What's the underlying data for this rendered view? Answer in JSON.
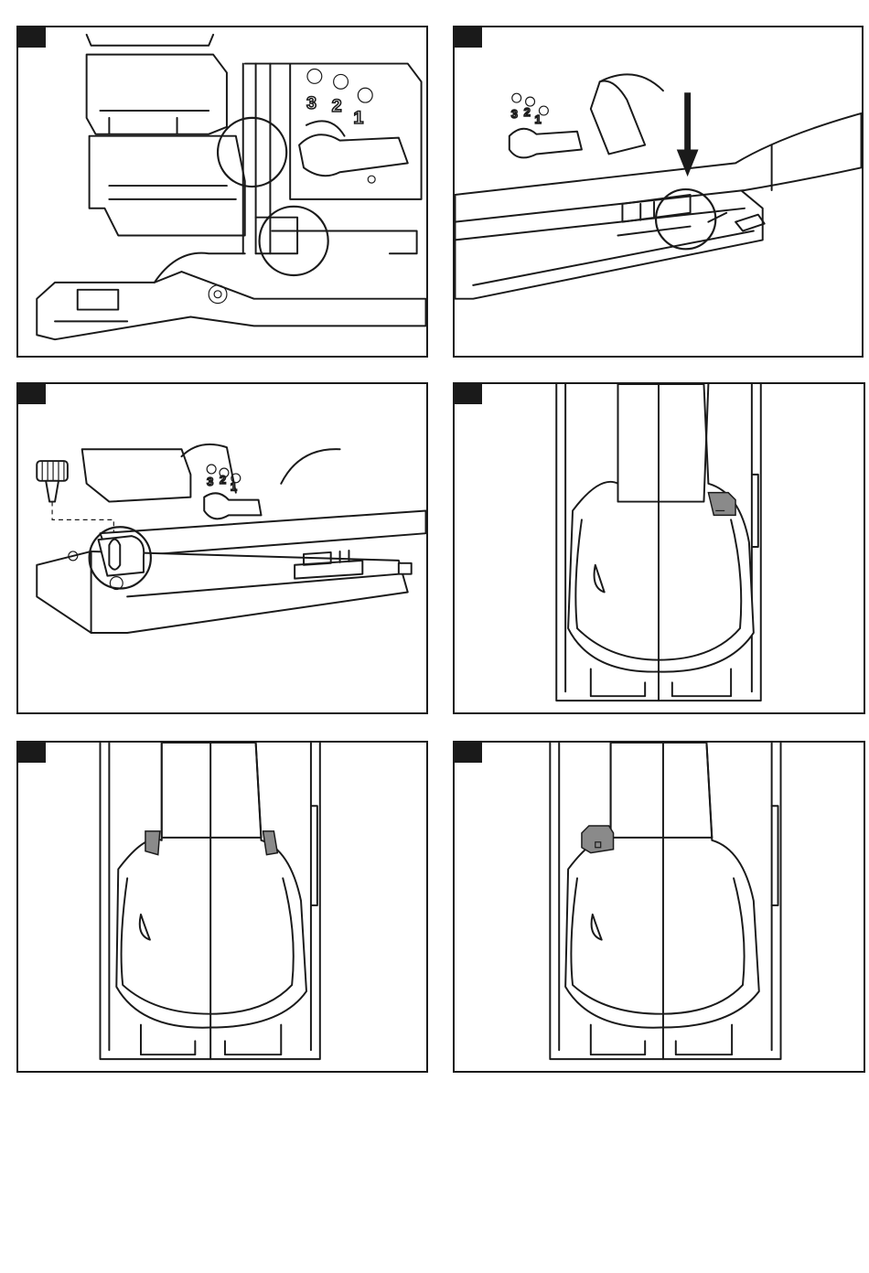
{
  "figures": [
    {
      "id": "fig-1",
      "scale_labels": [
        "3",
        "2",
        "1"
      ]
    },
    {
      "id": "fig-2",
      "scale_labels": [
        "3",
        "2",
        "1"
      ]
    },
    {
      "id": "fig-3",
      "scale_labels": [
        "3",
        "2",
        "1"
      ]
    },
    {
      "id": "fig-4",
      "scale_labels": []
    },
    {
      "id": "fig-5",
      "scale_labels": []
    },
    {
      "id": "fig-6",
      "scale_labels": []
    }
  ],
  "colors": {
    "ink": "#1a1a1a",
    "highlight_gray": "#8a8a8a",
    "paper": "#ffffff"
  }
}
